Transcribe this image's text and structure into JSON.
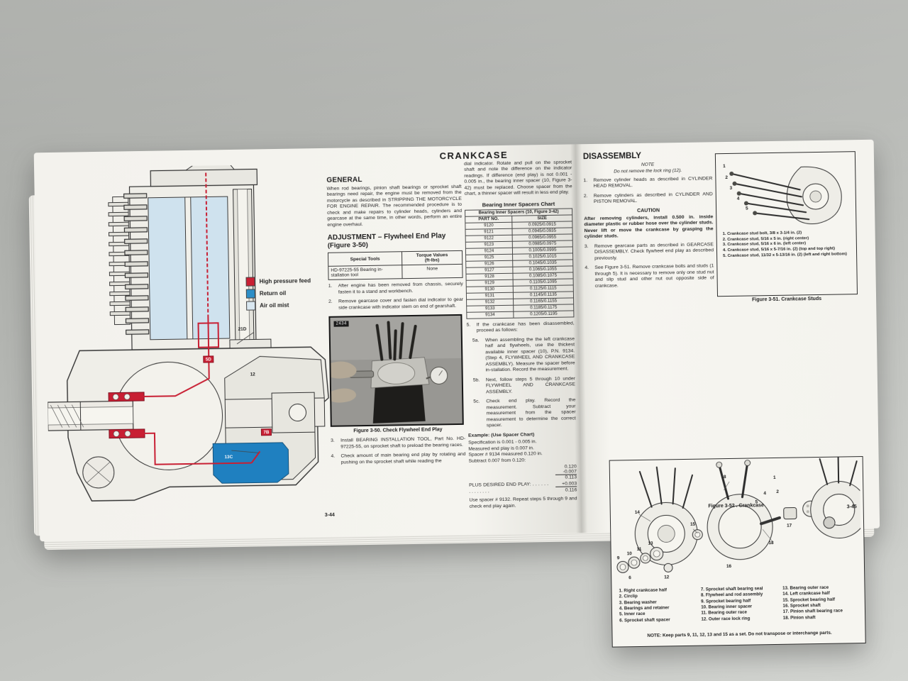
{
  "book": {
    "title": "CRANKCASE",
    "left_page": {
      "page_number": "3-44",
      "legend": [
        {
          "label": "High pressure feed",
          "color": "#c81f33"
        },
        {
          "label": "Return oil",
          "color": "#2d8ec7"
        },
        {
          "label": "Air oil mist",
          "color": "#d9e7f0"
        }
      ],
      "diagram_callouts": [
        "21D",
        "5D",
        "12",
        "7B",
        "13C"
      ],
      "general_heading": "GENERAL",
      "general_body": "When rod bearings, pinion shaft bearings or sprocket shaft bearings need repair, the engine must be removed from the motorcycle as described in STRIPPING THE MOTORCYCLE FOR ENGINE REPAIR. The recommended procedure is to check and make repairs to cylinder heads, cylinders and gearcase at the same time, in other words, perform an entire engine overhaul.",
      "adjustment_heading": "ADJUSTMENT – Flywheel End Play",
      "adjustment_subheading": "(Figure 3-50)",
      "tools_table": {
        "col1_header": "Special Tools",
        "col2_header_line1": "Torque Values",
        "col2_header_line2": "(ft-lbs)",
        "tool": "HD-97225-55 Bearing in-stallation tool",
        "torque": "None"
      },
      "steps_1_2": [
        {
          "num": "1.",
          "text": "After engine has been removed from chassis, securely fasten it to a stand and workbench."
        },
        {
          "num": "2.",
          "text": "Remove gearcase cover and fasten dial indicator to gear side crankcase with indicator stem on end of gearshaft."
        }
      ],
      "figure_3_50": {
        "photo_label": "2434",
        "caption": "Figure 3-50. Check Flywheel End Play"
      },
      "steps_3_4": [
        {
          "num": "3.",
          "text": "Install BEARING INSTALLATION TOOL, Part No. HD-97225-55, on sprocket shaft to preload the bearing races."
        },
        {
          "num": "4.",
          "text": "Check amount of main bearing end play by rotating and pushing on the sprocket shaft while reading the"
        }
      ],
      "col2_intro": "dial indicator. Rotate and pull on the sprocket shaft and note the difference on the indicator readings. If difference (end play) is not 0.001 - 0.005 in., the bearing inner spacer (10, Figure 3-42) must be replaced. Choose spacer from the chart, a thinner spacer will result in less end play.",
      "spacer_chart": {
        "title": "Bearing Inner Spacers Chart",
        "span_header": "Bearing Inner Spacers (10, Figure 3-42)",
        "col1": "PART NO.",
        "col2": "SIZE",
        "rows": [
          [
            "9120",
            "0.0925/0.0915"
          ],
          [
            "9121",
            "0.0945/0.0935"
          ],
          [
            "9122",
            "0.0965/0.0955"
          ],
          [
            "9123",
            "0.0985/0.0975"
          ],
          [
            "9124",
            "0.1005/0.0995"
          ],
          [
            "9125",
            "0.1025/0.1015"
          ],
          [
            "9126",
            "0.1045/0.1035"
          ],
          [
            "9127",
            "0.1065/0.1055"
          ],
          [
            "9128",
            "0.1085/0.1075"
          ],
          [
            "9129",
            "0.1105/0.1095"
          ],
          [
            "9130",
            "0.1125/0.1115"
          ],
          [
            "9131",
            "0.1145/0.1135"
          ],
          [
            "9132",
            "0.1165/0.1155"
          ],
          [
            "9133",
            "0.1185/0.1175"
          ],
          [
            "9134",
            "0.1205/0.1195"
          ]
        ]
      },
      "step5": {
        "num": "5.",
        "text": "If the crankcase has been disassembled, proceed as follows:"
      },
      "substeps": [
        {
          "num": "5a.",
          "text": "When assembling the the left crankcase half and flywheels, use the thickest available inner spacer (10), P.N. 9134. (Step 4, FLYWHEEL AND CRANKCASE ASSEMBLY). Measure the spacer before in-stallation. Record the measurement."
        },
        {
          "num": "5b.",
          "text": "Next, follow steps 5 through 10 under FLYWHEEL AND CRANKCASE ASSEMBLY."
        },
        {
          "num": "5c.",
          "text": "Check end play. Record the measurement. Subtract your measurement from the spacer measurement to determine the correct spacer."
        }
      ],
      "example": {
        "heading": "Example: (Use Spacer Chart)",
        "lines": [
          "Specification is 0.001 - 0.005 in.",
          "Measured end play is 0.007 in.",
          "Spacer # 9134 measured 0.120 in.",
          "Subtract 0.007 from 0.120:"
        ],
        "calc": [
          "0.120",
          "-0.007",
          "0.113",
          "+0.003",
          "0.116"
        ],
        "plus_label": "PLUS DESIRED END PLAY:  . . . . . . . . . . . . . .",
        "closing": "Use spacer # 9132. Repeat steps 5 through 9 and check end play again."
      }
    },
    "right_page": {
      "page_number": "3-45",
      "disassembly_heading": "DISASSEMBLY",
      "note_label": "NOTE",
      "note_text": "Do not remove the lock ring (12).",
      "steps_1_2": [
        {
          "num": "1.",
          "text": "Remove cylinder heads as described in CYLINDER HEAD REMOVAL."
        },
        {
          "num": "2.",
          "text": "Remove cylinders as described in CYLINDER AND PISTON REMOVAL."
        }
      ],
      "caution_label": "CAUTION",
      "caution_text": "After removing cylinders, install 0.500 in. inside diameter plastic or rubber hose over the cylinder studs. Never lift or move the crankcase by grasping the cylinder studs.",
      "steps_3_4": [
        {
          "num": "3.",
          "text": "Remove gearcase parts as described in GEARCASE DISASSEMBLY. Check flywheel end play as described previously."
        },
        {
          "num": "4.",
          "text": "See Figure 3-51. Remove crankcase bolts and studs (1 through 5). It is necessary to remove only one stud nut and slip stud and other nut out opposite side of crankcase."
        }
      ],
      "figure_3_51": {
        "legend": [
          "1. Crankcase stud bolt, 3/8 x 3-1/4 in. (2)",
          "2. Crankcase stud, 5/16 x 5 in. (right center)",
          "3. Crankcase stud, 5/16 x 6 in. (left center)",
          "4. Crankcase stud, 5/16 x 5-7/16 in. (2) (top and top right)",
          "5. Crankcase stud, 11/32 x 5-13/16 in. (2) (left and right bottom)"
        ],
        "digits": [
          "1",
          "2",
          "3",
          "4",
          "5"
        ],
        "caption": "Figure 3-51. Crankcase Studs"
      },
      "figure_3_52": {
        "callouts": [
          "14",
          "8",
          "15",
          "13",
          "11",
          "10",
          "9",
          "12",
          "16",
          "5",
          "4",
          "2",
          "1",
          "17",
          "18",
          "6"
        ],
        "parts_col1": [
          "1. Right crankcase half",
          "2. Circlip",
          "3. Bearing washer",
          "4. Bearings and retainer",
          "5. Inner race",
          "6. Sprocket shaft spacer"
        ],
        "parts_col2": [
          "7. Sprocket shaft bearing seal",
          "8. Flywheel and rod assembly",
          "9. Sprocket bearing half",
          "10. Bearing inner spacer",
          "11. Bearing outer race",
          "12. Outer race lock ring"
        ],
        "parts_col3": [
          "13. Bearing outer race",
          "14. Left crankcase half",
          "15. Sprocket bearing half",
          "16. Sprocket shaft",
          "17. Pinion shaft bearing race",
          "18. Pinion shaft"
        ],
        "note": "NOTE: Keep parts 9, 11, 12, 13 and 15 as a set. Do not transpose or interchange parts.",
        "caption": "Figure 3-52 . Crankcase"
      }
    }
  }
}
